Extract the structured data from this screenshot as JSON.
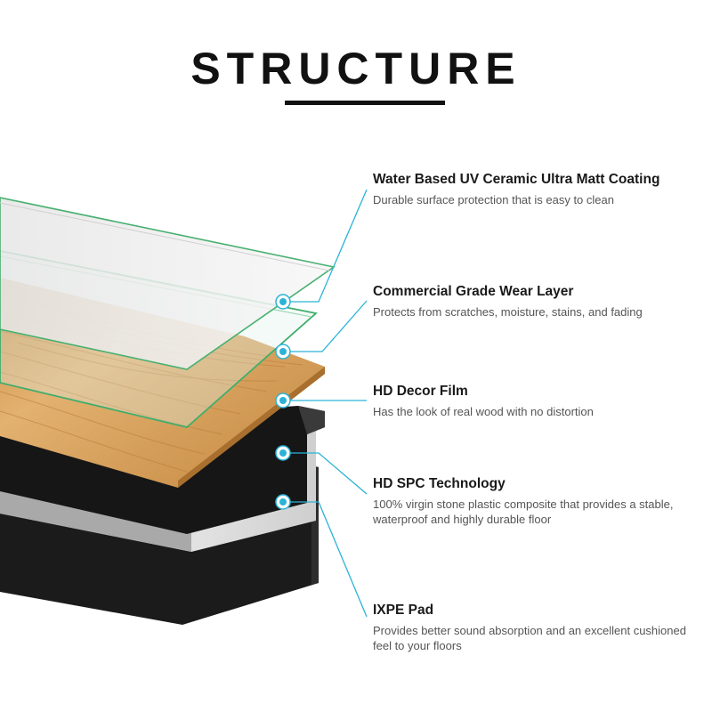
{
  "title": "STRUCTURE",
  "accent_color": "#2bb3d6",
  "layers": [
    {
      "heading": "Water Based UV Ceramic Ultra Matt Coating",
      "description": "Durable surface protection that is easy to clean"
    },
    {
      "heading": "Commercial Grade Wear Layer",
      "description": "Protects from scratches, moisture, stains, and fading"
    },
    {
      "heading": "HD Decor Film",
      "description": "Has the look of real wood with no distortion"
    },
    {
      "heading": "HD SPC Technology",
      "description": "100% virgin stone plastic composite that provides a stable, waterproof and highly durable floor"
    },
    {
      "heading": "IXPE Pad",
      "description": "Provides better sound absorption and an excellent cushioned feel to your floors"
    }
  ]
}
